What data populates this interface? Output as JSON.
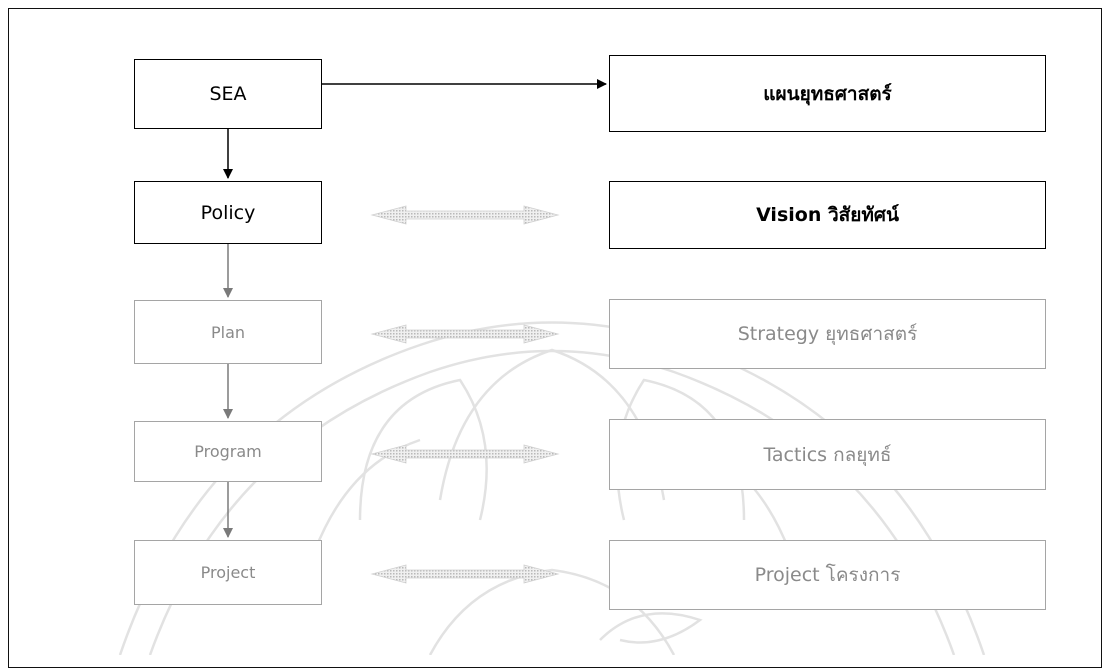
{
  "diagram": {
    "left_nodes": [
      {
        "id": "sea",
        "label": "SEA",
        "style": "dark"
      },
      {
        "id": "policy",
        "label": "Policy",
        "style": "dark"
      },
      {
        "id": "plan",
        "label": "Plan",
        "style": "light"
      },
      {
        "id": "program",
        "label": "Program",
        "style": "light"
      },
      {
        "id": "project-left",
        "label": "Project",
        "style": "light"
      }
    ],
    "right_nodes": [
      {
        "id": "strategic-plan",
        "label": "แผนยุทธศาสตร์",
        "style": "dark"
      },
      {
        "id": "vision",
        "label": "Vision วิสัยทัศน์",
        "style": "dark"
      },
      {
        "id": "strategy",
        "label": "Strategy ยุทธศาสตร์",
        "style": "light"
      },
      {
        "id": "tactics",
        "label": "Tactics กลยุทธ์",
        "style": "light"
      },
      {
        "id": "project-right",
        "label": "Project โครงการ",
        "style": "light"
      }
    ],
    "edges": [
      {
        "from": "sea",
        "to": "strategic-plan",
        "type": "arrow"
      },
      {
        "from": "sea",
        "to": "policy",
        "type": "arrow"
      },
      {
        "from": "policy",
        "to": "plan",
        "type": "arrow"
      },
      {
        "from": "plan",
        "to": "program",
        "type": "arrow"
      },
      {
        "from": "program",
        "to": "project-left",
        "type": "arrow"
      },
      {
        "from": "policy",
        "to": "vision",
        "type": "double-arrow"
      },
      {
        "from": "plan",
        "to": "strategy",
        "type": "double-arrow"
      },
      {
        "from": "program",
        "to": "tactics",
        "type": "double-arrow"
      },
      {
        "from": "project-left",
        "to": "project-right",
        "type": "double-arrow"
      }
    ]
  }
}
